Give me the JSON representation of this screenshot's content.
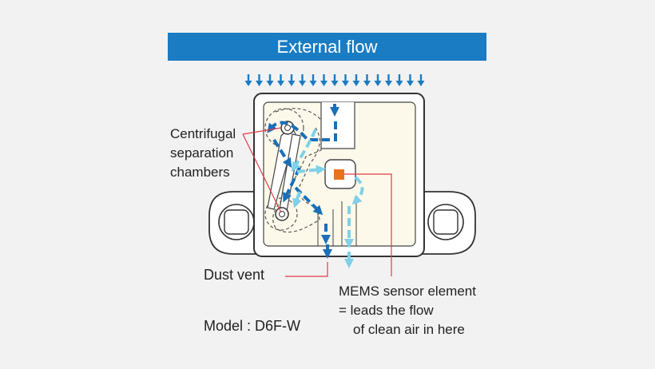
{
  "banner": {
    "title": "External flow"
  },
  "labels": {
    "centrifugal": [
      "Centrifugal",
      "separation",
      "chambers"
    ],
    "dust_vent": "Dust vent",
    "mems": [
      "MEMS sensor element",
      "= leads the flow",
      "of clean air in here"
    ],
    "model": "Model : D6F-W"
  },
  "colors": {
    "banner": "#1a7cc3",
    "external_arrows": "#1a7cc3",
    "dusty_flow": "#1a6fb8",
    "clean_flow": "#7fd0e8",
    "sensor": "#e8731c",
    "leader_lines": "#e23b4a",
    "body_fill": "#fdf9ea",
    "outline": "#333333"
  },
  "icons": {
    "external_flow_arrows": "arrow-down-icon",
    "sensor": "square-icon"
  }
}
